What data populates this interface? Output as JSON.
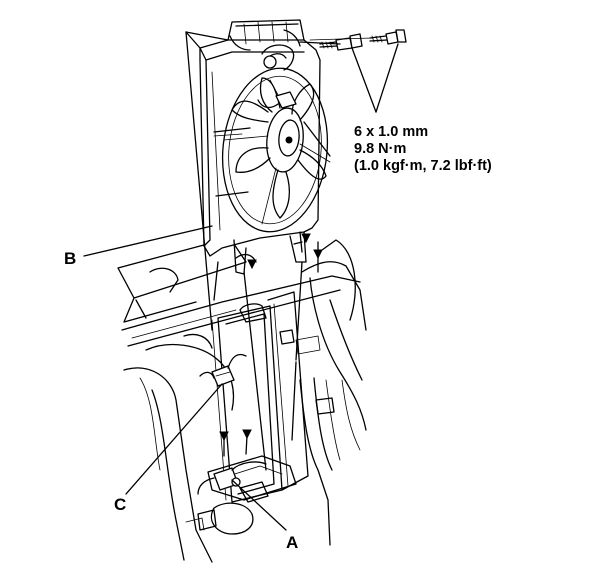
{
  "spec": {
    "size": "6 x 1.0 mm",
    "torque_nm": "9.8 N·m",
    "torque_alt": "(1.0 kgf·m, 7.2 lbf·ft)"
  },
  "labels": {
    "a": "A",
    "b": "B",
    "c": "C"
  }
}
